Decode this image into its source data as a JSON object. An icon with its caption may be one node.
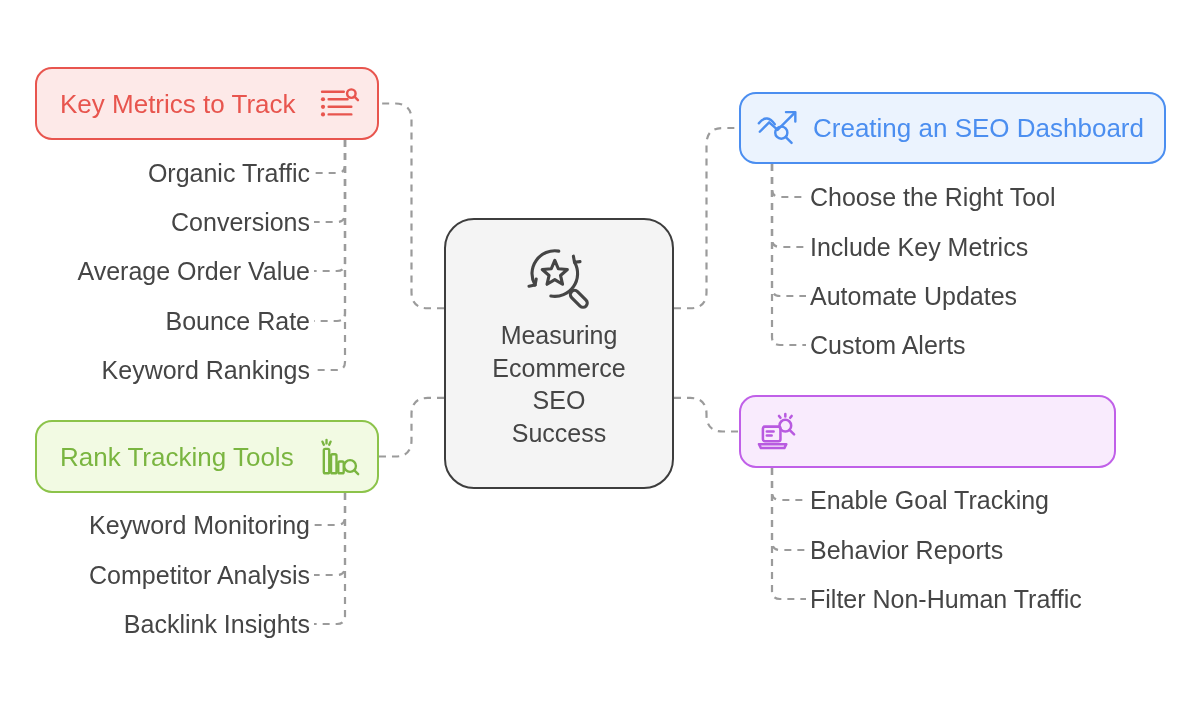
{
  "diagram": {
    "nodes": [
      {
        "text": [
          "Measuring Ecommerce SEO Success"
        ]
      },
      {
        "text": [
          "Key Metrics to Track"
        ]
      },
      {
        "text": [
          "Organic Traffic"
        ]
      },
      {
        "text": [
          "Conversions"
        ]
      },
      {
        "text": [
          "Average Order Value"
        ]
      },
      {
        "text": [
          "Bounce Rate"
        ]
      },
      {
        "text": [
          "Keyword Rankings"
        ]
      },
      {
        "text": [
          "Rank Tracking Tools"
        ]
      },
      {
        "text": [
          "Keyword Monitoring"
        ]
      },
      {
        "text": [
          "Competitor Analysis"
        ]
      },
      {
        "text": [
          "Backlink Insights"
        ]
      },
      {
        "text": [
          "Creating an SEO Dashboard"
        ]
      },
      {
        "text": [
          "Choose the Right Tool"
        ]
      },
      {
        "text": [
          "Include Key Metrics"
        ]
      },
      {
        "text": [
          "Automate Updates"
        ]
      },
      {
        "text": [
          "Custom Alerts"
        ]
      },
      {
        "text": [],
        "shape": "box"
      },
      {
        "text": [
          "Enable Goal Tracking"
        ]
      },
      {
        "text": [
          "Behavior Reports"
        ]
      },
      {
        "text": [
          "Filter Non-Human Traffic"
        ]
      }
    ],
    "edges": [
      {
        "from": 0,
        "to": 1,
        "arrow": "none",
        "style": "dashed"
      },
      {
        "from": 1,
        "to": 2,
        "arrow": "none",
        "style": "dashed"
      },
      {
        "from": 1,
        "to": 3,
        "arrow": "none",
        "style": "dashed"
      },
      {
        "from": 1,
        "to": 4,
        "arrow": "none",
        "style": "dashed"
      },
      {
        "from": 1,
        "to": 5,
        "arrow": "none",
        "style": "dashed"
      },
      {
        "from": 1,
        "to": 6,
        "arrow": "none",
        "style": "dashed"
      },
      {
        "from": 0,
        "to": 7,
        "arrow": "none",
        "style": "dashed"
      },
      {
        "from": 7,
        "to": 8,
        "arrow": "none",
        "style": "dashed"
      },
      {
        "from": 7,
        "to": 9,
        "arrow": "none",
        "style": "dashed"
      },
      {
        "from": 7,
        "to": 10,
        "arrow": "none",
        "style": "dashed"
      },
      {
        "from": 0,
        "to": 11,
        "arrow": "none",
        "style": "dashed"
      },
      {
        "from": 11,
        "to": 12,
        "arrow": "none",
        "style": "dashed"
      },
      {
        "from": 11,
        "to": 13,
        "arrow": "none",
        "style": "dashed"
      },
      {
        "from": 11,
        "to": 14,
        "arrow": "none",
        "style": "dashed"
      },
      {
        "from": 11,
        "to": 15,
        "arrow": "none",
        "style": "dashed"
      },
      {
        "from": 0,
        "to": 16,
        "arrow": "none",
        "style": "dashed"
      },
      {
        "from": 16,
        "to": 17,
        "arrow": "none",
        "style": "dashed"
      },
      {
        "from": 16,
        "to": 18,
        "arrow": "none",
        "style": "dashed"
      },
      {
        "from": 16,
        "to": 19,
        "arrow": "none",
        "style": "dashed"
      }
    ]
  }
}
